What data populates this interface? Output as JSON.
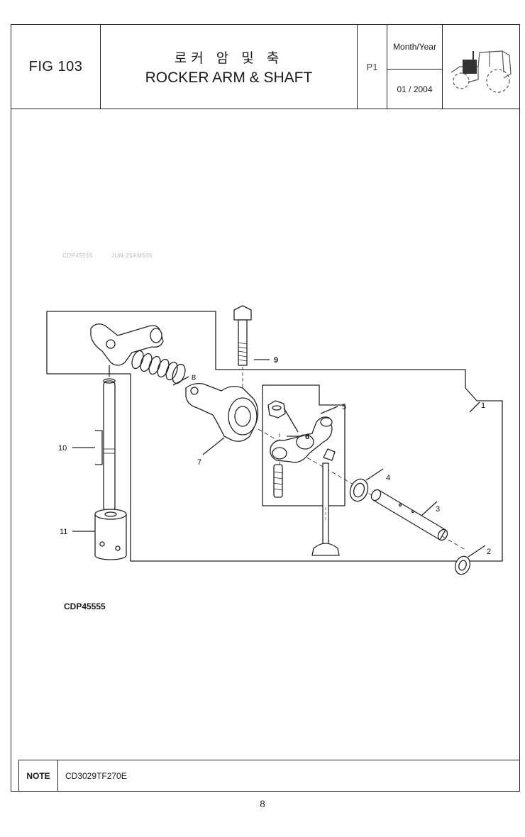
{
  "header": {
    "fig": "FIG 103",
    "title_kr": "로커 암 및 축",
    "title_en": "ROCKER ARM & SHAFT",
    "page": "P1",
    "date_label": "Month/Year",
    "date_value": "01 / 2004",
    "icon": "tractor-icon"
  },
  "drawing": {
    "stamp_left": "CDP45555",
    "stamp_right": "JUN-25AM505",
    "code": "CDP45555",
    "callouts": [
      "1",
      "2",
      "3",
      "4",
      "5",
      "6",
      "7",
      "8",
      "9",
      "10",
      "11"
    ]
  },
  "note": {
    "label": "NOTE",
    "value": "CD3029TF270E"
  },
  "page_number": "8"
}
